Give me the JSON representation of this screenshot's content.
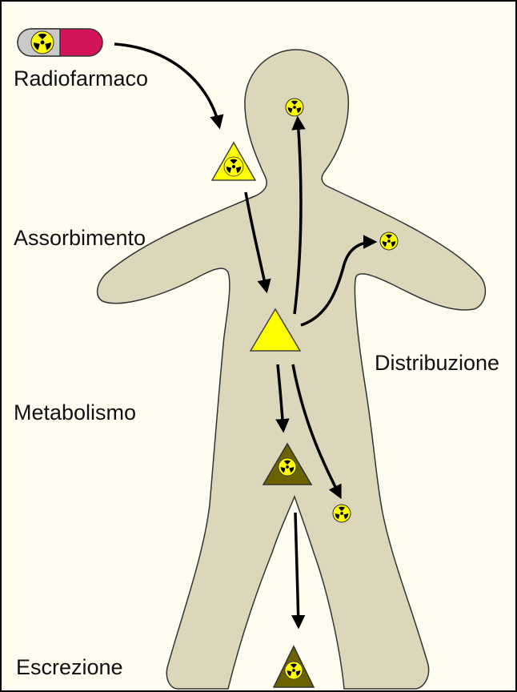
{
  "labels": {
    "radiofarmaco": "Radiofarmaco",
    "assorbimento": "Assorbimento",
    "metabolismo": "Metabolismo",
    "distribuzione": "Distribuzione",
    "escrezione": "Escrezione"
  },
  "colors": {
    "background": "#fffdf0",
    "frame": "#000000",
    "body_fill": "#dcd7bb",
    "body_outline": "#333333",
    "drug_yellow": "#ffff00",
    "metabolite_olive": "#6b6200",
    "radiation_symbol": "#000000",
    "capsule_pink": "#d4145a",
    "arrow": "#000000"
  },
  "icons": {
    "capsule": "radioactive-capsule-icon",
    "radiation": "radiation-trefoil-icon",
    "triangle": "triangle-icon"
  }
}
